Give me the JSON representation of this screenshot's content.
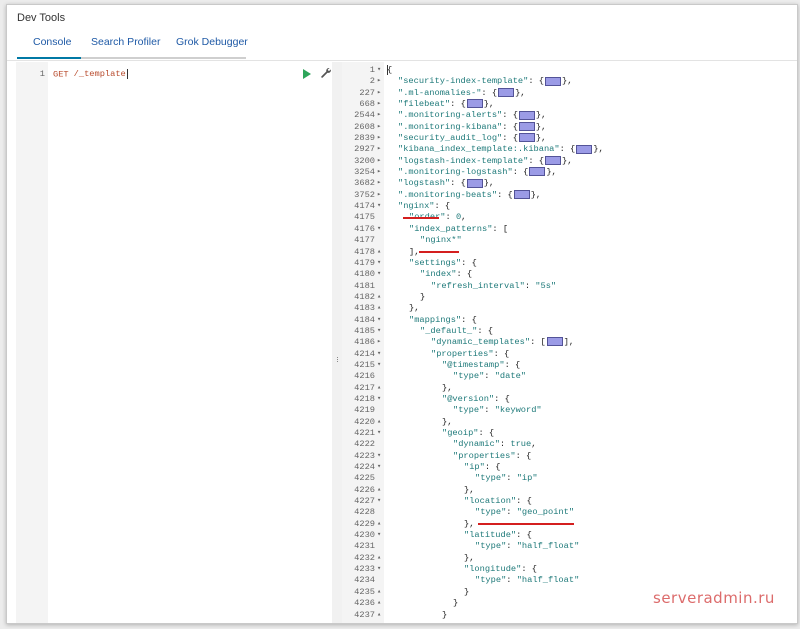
{
  "window": {
    "title": "Dev Tools"
  },
  "tabs": [
    {
      "label": "Console",
      "active": true
    },
    {
      "label": "Search Profiler",
      "active": false
    },
    {
      "label": "Grok Debugger",
      "active": false
    }
  ],
  "request": {
    "line_number": "1",
    "method": "GET",
    "path": "/_template"
  },
  "response": {
    "lines": [
      {
        "n": "1",
        "fold": "▾",
        "indent": 0,
        "parts": [
          [
            "p",
            "{"
          ]
        ]
      },
      {
        "n": "2",
        "fold": "▸",
        "indent": 1,
        "parts": [
          [
            "k",
            "\"security-index-template\""
          ],
          [
            "p",
            ": {"
          ],
          [
            "chip",
            ""
          ],
          [
            "p",
            "},"
          ]
        ]
      },
      {
        "n": "227",
        "fold": "▸",
        "indent": 1,
        "parts": [
          [
            "k",
            "\".ml-anomalies-\""
          ],
          [
            "p",
            ": {"
          ],
          [
            "chip",
            ""
          ],
          [
            "p",
            "},"
          ]
        ]
      },
      {
        "n": "668",
        "fold": "▸",
        "indent": 1,
        "parts": [
          [
            "k",
            "\"filebeat\""
          ],
          [
            "p",
            ": {"
          ],
          [
            "chip",
            ""
          ],
          [
            "p",
            "},"
          ]
        ]
      },
      {
        "n": "2544",
        "fold": "▸",
        "indent": 1,
        "parts": [
          [
            "k",
            "\".monitoring-alerts\""
          ],
          [
            "p",
            ": {"
          ],
          [
            "chip",
            ""
          ],
          [
            "p",
            "},"
          ]
        ]
      },
      {
        "n": "2608",
        "fold": "▸",
        "indent": 1,
        "parts": [
          [
            "k",
            "\".monitoring-kibana\""
          ],
          [
            "p",
            ": {"
          ],
          [
            "chip",
            ""
          ],
          [
            "p",
            "},"
          ]
        ]
      },
      {
        "n": "2839",
        "fold": "▸",
        "indent": 1,
        "parts": [
          [
            "k",
            "\"security_audit_log\""
          ],
          [
            "p",
            ": {"
          ],
          [
            "chip",
            ""
          ],
          [
            "p",
            "},"
          ]
        ]
      },
      {
        "n": "2927",
        "fold": "▸",
        "indent": 1,
        "parts": [
          [
            "k",
            "\"kibana_index_template:.kibana\""
          ],
          [
            "p",
            ": {"
          ],
          [
            "chip",
            ""
          ],
          [
            "p",
            "},"
          ]
        ]
      },
      {
        "n": "3200",
        "fold": "▸",
        "indent": 1,
        "parts": [
          [
            "k",
            "\"logstash-index-template\""
          ],
          [
            "p",
            ": {"
          ],
          [
            "chip",
            ""
          ],
          [
            "p",
            "},"
          ]
        ]
      },
      {
        "n": "3254",
        "fold": "▸",
        "indent": 1,
        "parts": [
          [
            "k",
            "\".monitoring-logstash\""
          ],
          [
            "p",
            ": {"
          ],
          [
            "chip",
            ""
          ],
          [
            "p",
            "},"
          ]
        ]
      },
      {
        "n": "3682",
        "fold": "▸",
        "indent": 1,
        "parts": [
          [
            "k",
            "\"logstash\""
          ],
          [
            "p",
            ": {"
          ],
          [
            "chip",
            ""
          ],
          [
            "p",
            "},"
          ]
        ]
      },
      {
        "n": "3752",
        "fold": "▸",
        "indent": 1,
        "parts": [
          [
            "k",
            "\".monitoring-beats\""
          ],
          [
            "p",
            ": {"
          ],
          [
            "chip",
            ""
          ],
          [
            "p",
            "},"
          ]
        ]
      },
      {
        "n": "4174",
        "fold": "▾",
        "indent": 1,
        "parts": [
          [
            "k",
            "\"nginx\""
          ],
          [
            "p",
            ": {"
          ]
        ]
      },
      {
        "n": "4175",
        "fold": "",
        "indent": 2,
        "parts": [
          [
            "k",
            "\"order\""
          ],
          [
            "p",
            ": "
          ],
          [
            "n",
            "0"
          ],
          [
            "p",
            ","
          ]
        ]
      },
      {
        "n": "4176",
        "fold": "▾",
        "indent": 2,
        "parts": [
          [
            "k",
            "\"index_patterns\""
          ],
          [
            "p",
            ": ["
          ]
        ]
      },
      {
        "n": "4177",
        "fold": "",
        "indent": 3,
        "parts": [
          [
            "s",
            "\"nginx*\""
          ]
        ]
      },
      {
        "n": "4178",
        "fold": "▴",
        "indent": 2,
        "parts": [
          [
            "p",
            "],"
          ]
        ]
      },
      {
        "n": "4179",
        "fold": "▾",
        "indent": 2,
        "parts": [
          [
            "k",
            "\"settings\""
          ],
          [
            "p",
            ": {"
          ]
        ]
      },
      {
        "n": "4180",
        "fold": "▾",
        "indent": 3,
        "parts": [
          [
            "k",
            "\"index\""
          ],
          [
            "p",
            ": {"
          ]
        ]
      },
      {
        "n": "4181",
        "fold": "",
        "indent": 4,
        "parts": [
          [
            "k",
            "\"refresh_interval\""
          ],
          [
            "p",
            ": "
          ],
          [
            "s",
            "\"5s\""
          ]
        ]
      },
      {
        "n": "4182",
        "fold": "▴",
        "indent": 3,
        "parts": [
          [
            "p",
            "}"
          ]
        ]
      },
      {
        "n": "4183",
        "fold": "▴",
        "indent": 2,
        "parts": [
          [
            "p",
            "},"
          ]
        ]
      },
      {
        "n": "4184",
        "fold": "▾",
        "indent": 2,
        "parts": [
          [
            "k",
            "\"mappings\""
          ],
          [
            "p",
            ": {"
          ]
        ]
      },
      {
        "n": "4185",
        "fold": "▾",
        "indent": 3,
        "parts": [
          [
            "k",
            "\"_default_\""
          ],
          [
            "p",
            ": {"
          ]
        ]
      },
      {
        "n": "4186",
        "fold": "▸",
        "indent": 4,
        "parts": [
          [
            "k",
            "\"dynamic_templates\""
          ],
          [
            "p",
            ": ["
          ],
          [
            "chip",
            ""
          ],
          [
            "p",
            "],"
          ]
        ]
      },
      {
        "n": "4214",
        "fold": "▾",
        "indent": 4,
        "parts": [
          [
            "k",
            "\"properties\""
          ],
          [
            "p",
            ": {"
          ]
        ]
      },
      {
        "n": "4215",
        "fold": "▾",
        "indent": 5,
        "parts": [
          [
            "k",
            "\"@timestamp\""
          ],
          [
            "p",
            ": {"
          ]
        ]
      },
      {
        "n": "4216",
        "fold": "",
        "indent": 6,
        "parts": [
          [
            "k",
            "\"type\""
          ],
          [
            "p",
            ": "
          ],
          [
            "s",
            "\"date\""
          ]
        ]
      },
      {
        "n": "4217",
        "fold": "▴",
        "indent": 5,
        "parts": [
          [
            "p",
            "},"
          ]
        ]
      },
      {
        "n": "4218",
        "fold": "▾",
        "indent": 5,
        "parts": [
          [
            "k",
            "\"@version\""
          ],
          [
            "p",
            ": {"
          ]
        ]
      },
      {
        "n": "4219",
        "fold": "",
        "indent": 6,
        "parts": [
          [
            "k",
            "\"type\""
          ],
          [
            "p",
            ": "
          ],
          [
            "s",
            "\"keyword\""
          ]
        ]
      },
      {
        "n": "4220",
        "fold": "▴",
        "indent": 5,
        "parts": [
          [
            "p",
            "},"
          ]
        ]
      },
      {
        "n": "4221",
        "fold": "▾",
        "indent": 5,
        "parts": [
          [
            "k",
            "\"geoip\""
          ],
          [
            "p",
            ": {"
          ]
        ]
      },
      {
        "n": "4222",
        "fold": "",
        "indent": 6,
        "parts": [
          [
            "k",
            "\"dynamic\""
          ],
          [
            "p",
            ": "
          ],
          [
            "n",
            "true"
          ],
          [
            "p",
            ","
          ]
        ]
      },
      {
        "n": "4223",
        "fold": "▾",
        "indent": 6,
        "parts": [
          [
            "k",
            "\"properties\""
          ],
          [
            "p",
            ": {"
          ]
        ]
      },
      {
        "n": "4224",
        "fold": "▾",
        "indent": 7,
        "parts": [
          [
            "k",
            "\"ip\""
          ],
          [
            "p",
            ": {"
          ]
        ]
      },
      {
        "n": "4225",
        "fold": "",
        "indent": 8,
        "parts": [
          [
            "k",
            "\"type\""
          ],
          [
            "p",
            ": "
          ],
          [
            "s",
            "\"ip\""
          ]
        ]
      },
      {
        "n": "4226",
        "fold": "▴",
        "indent": 7,
        "parts": [
          [
            "p",
            "},"
          ]
        ]
      },
      {
        "n": "4227",
        "fold": "▾",
        "indent": 7,
        "parts": [
          [
            "k",
            "\"location\""
          ],
          [
            "p",
            ": {"
          ]
        ]
      },
      {
        "n": "4228",
        "fold": "",
        "indent": 8,
        "parts": [
          [
            "k",
            "\"type\""
          ],
          [
            "p",
            ": "
          ],
          [
            "s",
            "\"geo_point\""
          ]
        ]
      },
      {
        "n": "4229",
        "fold": "▴",
        "indent": 7,
        "parts": [
          [
            "p",
            "},"
          ]
        ]
      },
      {
        "n": "4230",
        "fold": "▾",
        "indent": 7,
        "parts": [
          [
            "k",
            "\"latitude\""
          ],
          [
            "p",
            ": {"
          ]
        ]
      },
      {
        "n": "4231",
        "fold": "",
        "indent": 8,
        "parts": [
          [
            "k",
            "\"type\""
          ],
          [
            "p",
            ": "
          ],
          [
            "s",
            "\"half_float\""
          ]
        ]
      },
      {
        "n": "4232",
        "fold": "▴",
        "indent": 7,
        "parts": [
          [
            "p",
            "},"
          ]
        ]
      },
      {
        "n": "4233",
        "fold": "▾",
        "indent": 7,
        "parts": [
          [
            "k",
            "\"longitude\""
          ],
          [
            "p",
            ": {"
          ]
        ]
      },
      {
        "n": "4234",
        "fold": "",
        "indent": 8,
        "parts": [
          [
            "k",
            "\"type\""
          ],
          [
            "p",
            ": "
          ],
          [
            "s",
            "\"half_float\""
          ]
        ]
      },
      {
        "n": "4235",
        "fold": "▴",
        "indent": 7,
        "parts": [
          [
            "p",
            "}"
          ]
        ]
      },
      {
        "n": "4236",
        "fold": "▴",
        "indent": 6,
        "parts": [
          [
            "p",
            "}"
          ]
        ]
      },
      {
        "n": "4237",
        "fold": "▴",
        "indent": 5,
        "parts": [
          [
            "p",
            "}"
          ]
        ]
      }
    ]
  },
  "watermark": "serveradmin.ru",
  "colors": {
    "accent": "#0079a5",
    "tab_text": "#1f5aa6",
    "play_button": "#2ea55a",
    "string_key": "#1f7a7a",
    "request_method": "#b84b2d",
    "collapsed_chip": "#9b9be6",
    "annotation_underline": "#d41f1f"
  },
  "icons": [
    "play-icon",
    "wrench-icon",
    "resize-handle-icon"
  ]
}
